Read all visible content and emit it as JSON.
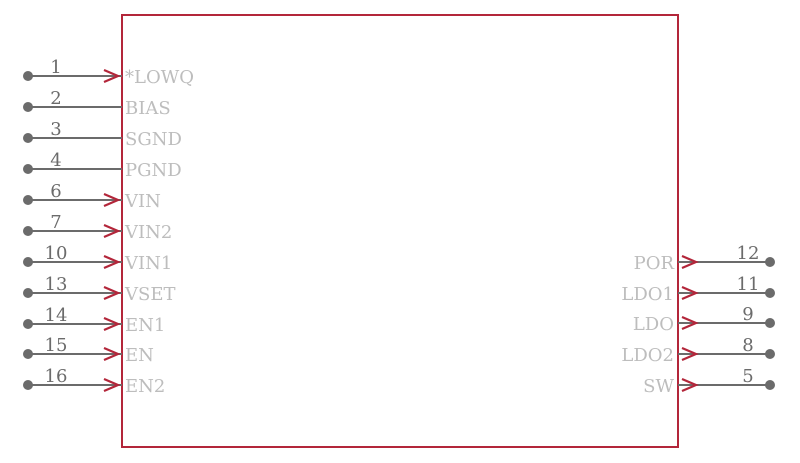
{
  "colors": {
    "body_outline": "#b3263a",
    "pin_line": "#6b6b6b",
    "arrow": "#b3263a",
    "pin_label": "#bdbdbd",
    "pin_number": "#6b6b6b",
    "background": "#ffffff"
  },
  "left_pins": [
    {
      "number": "1",
      "label": "*LOWQ",
      "direction": "in"
    },
    {
      "number": "2",
      "label": "BIAS",
      "direction": "none"
    },
    {
      "number": "3",
      "label": "SGND",
      "direction": "none"
    },
    {
      "number": "4",
      "label": "PGND",
      "direction": "none"
    },
    {
      "number": "6",
      "label": "VIN",
      "direction": "in"
    },
    {
      "number": "7",
      "label": "VIN2",
      "direction": "in"
    },
    {
      "number": "10",
      "label": "VIN1",
      "direction": "in"
    },
    {
      "number": "13",
      "label": "VSET",
      "direction": "in"
    },
    {
      "number": "14",
      "label": "EN1",
      "direction": "in"
    },
    {
      "number": "15",
      "label": "EN",
      "direction": "in"
    },
    {
      "number": "16",
      "label": "EN2",
      "direction": "in"
    }
  ],
  "right_pins": [
    {
      "number": "12",
      "label": "POR",
      "direction": "out"
    },
    {
      "number": "11",
      "label": "LDO1",
      "direction": "out"
    },
    {
      "number": "9",
      "label": "LDO",
      "direction": "out"
    },
    {
      "number": "8",
      "label": "LDO2",
      "direction": "out"
    },
    {
      "number": "5",
      "label": "SW",
      "direction": "out"
    }
  ]
}
